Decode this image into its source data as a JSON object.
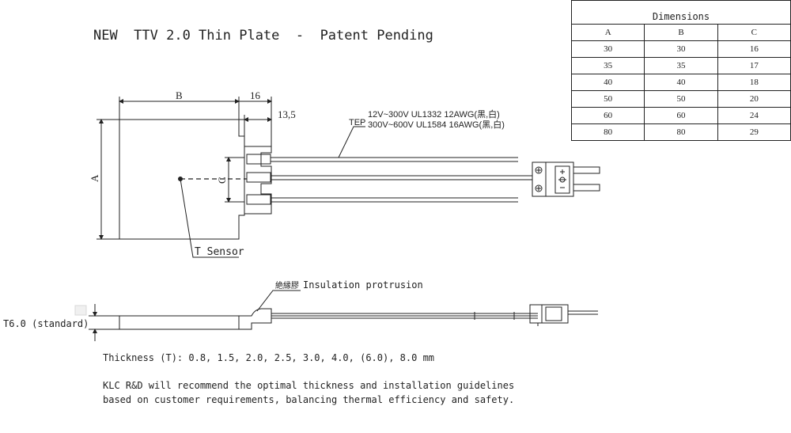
{
  "title": "NEW  TTV 2.0 Thin Plate  -  Patent Pending",
  "table": {
    "header": "Dimensions",
    "columns": [
      "A",
      "B",
      "C"
    ],
    "rows": [
      [
        "30",
        "30",
        "16"
      ],
      [
        "35",
        "35",
        "17"
      ],
      [
        "40",
        "40",
        "18"
      ],
      [
        "50",
        "50",
        "20"
      ],
      [
        "60",
        "60",
        "24"
      ],
      [
        "80",
        "80",
        "29"
      ]
    ]
  },
  "top_view": {
    "dim_b": "B",
    "dim_16": "16",
    "dim_13_5": "13,5",
    "dim_a": "A",
    "dim_c": "C",
    "tep_label": "TEP",
    "wire_spec_1": "12V~300V UL1332 12AWG(黑,白)",
    "wire_spec_2": "300V~600V UL1584 16AWG(黑,白)",
    "sensor_label": "T Sensor"
  },
  "side_view": {
    "insulation_cn": "絶縁膠",
    "insulation_en": "Insulation protrusion",
    "thickness_label": "T6.0 (standard)"
  },
  "notes": {
    "thickness": "Thickness (T): 0.8, 1.5, 2.0, 2.5, 3.0, 4.0, (6.0), 8.0 mm",
    "line1": "KLC R&D will recommend the optimal thickness and installation guidelines",
    "line2": "based on customer requirements, balancing thermal efficiency and safety."
  }
}
